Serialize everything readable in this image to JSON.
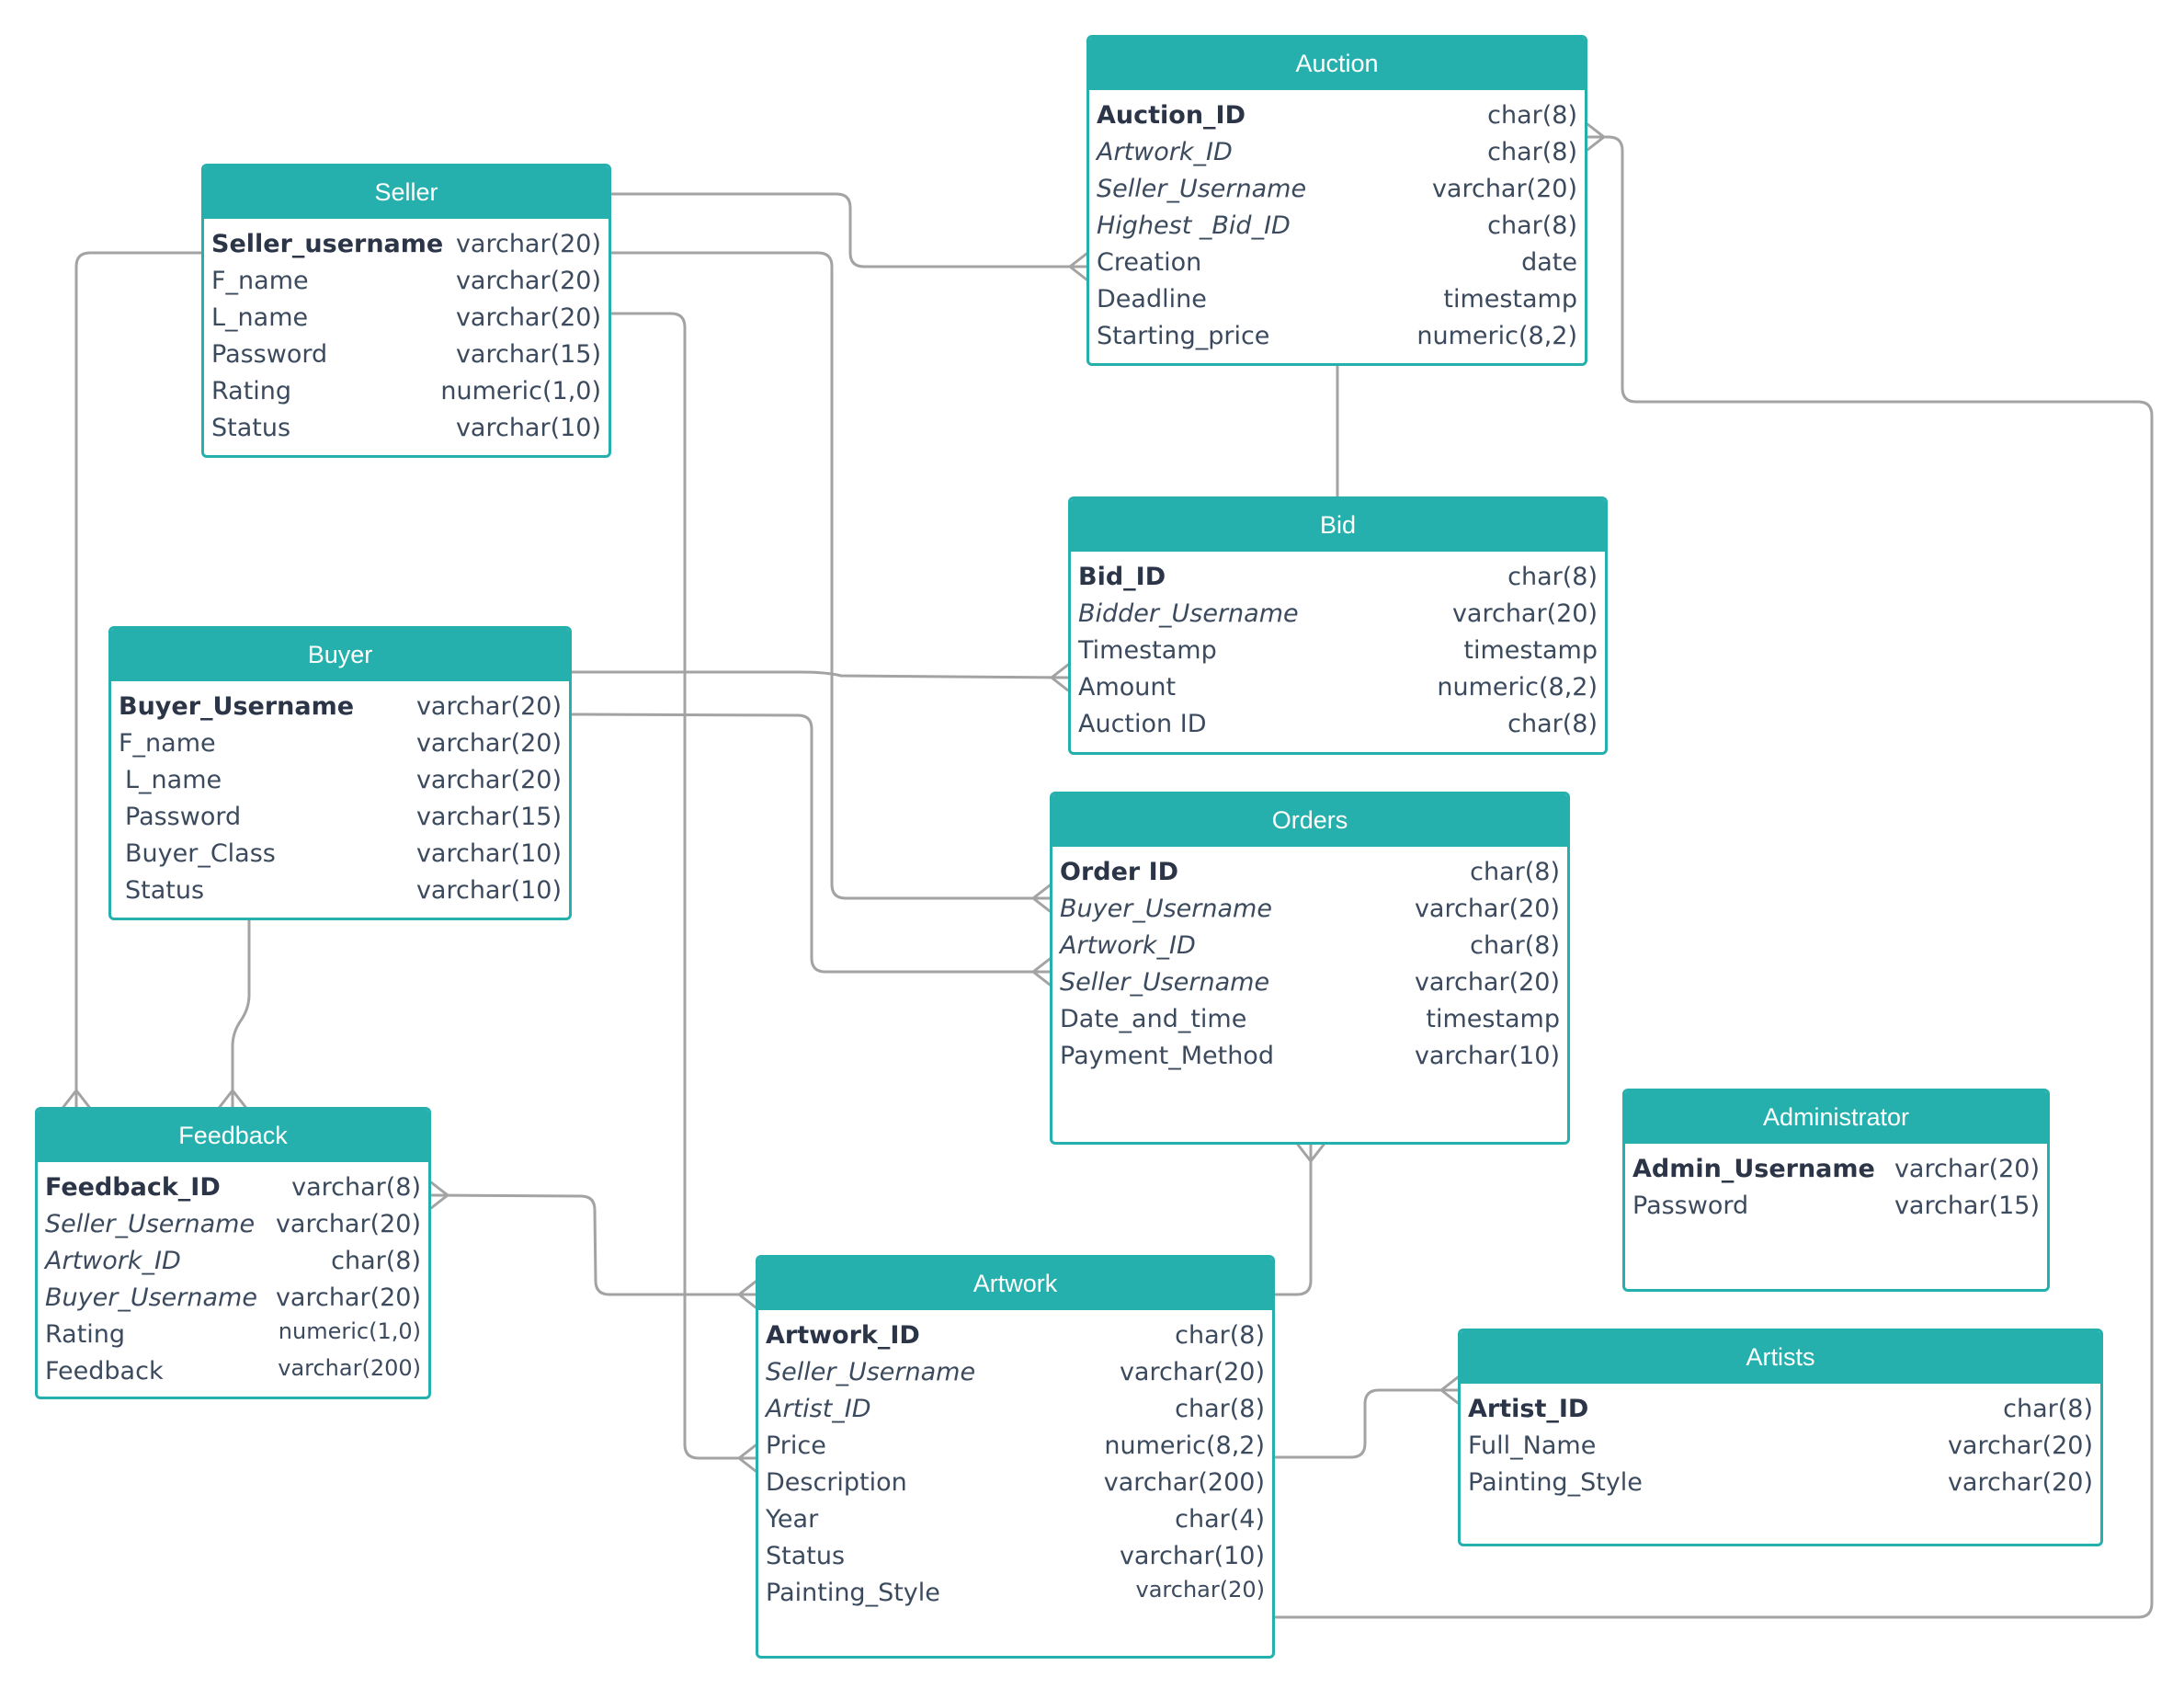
{
  "colors": {
    "header": "#26b0ad",
    "line": "#a3a3a3",
    "text": "#3c4a5e"
  },
  "entities": {
    "auction": {
      "title": "Auction",
      "rows": [
        {
          "name": "Auction_ID",
          "type": "char(8)"
        },
        {
          "name": "Artwork_ID",
          "type": "char(8)"
        },
        {
          "name": "Seller_Username",
          "type": "varchar(20)"
        },
        {
          "name": "Highest _Bid_ID",
          "type": "char(8)"
        },
        {
          "name": "Creation",
          "type": "date"
        },
        {
          "name": "Deadline",
          "type": "timestamp"
        },
        {
          "name": "Starting_price",
          "type": "numeric(8,2)"
        }
      ]
    },
    "seller": {
      "title": "Seller",
      "rows": [
        {
          "name": "Seller_username",
          "type": "varchar(20)"
        },
        {
          "name": "F_name",
          "type": "varchar(20)"
        },
        {
          "name": "L_name",
          "type": "varchar(20)"
        },
        {
          "name": "Password",
          "type": "varchar(15)"
        },
        {
          "name": "Rating",
          "type": "numeric(1,0)"
        },
        {
          "name": "Status",
          "type": "varchar(10)"
        }
      ]
    },
    "bid": {
      "title": "Bid",
      "rows": [
        {
          "name": "Bid_ID",
          "type": "char(8)"
        },
        {
          "name": "Bidder_Username",
          "type": "varchar(20)"
        },
        {
          "name": "Timestamp",
          "type": "timestamp"
        },
        {
          "name": "Amount",
          "type": "numeric(8,2)"
        },
        {
          "name": "Auction ID",
          "type": "char(8)"
        }
      ]
    },
    "buyer": {
      "title": "Buyer",
      "rows": [
        {
          "name": "Buyer_Username",
          "type": "varchar(20)"
        },
        {
          "name": "F_name",
          "type": "varchar(20)"
        },
        {
          "name": "L_name",
          "type": "varchar(20)"
        },
        {
          "name": "Password",
          "type": "varchar(15)"
        },
        {
          "name": "Buyer_Class",
          "type": "varchar(10)"
        },
        {
          "name": "Status",
          "type": "varchar(10)"
        }
      ]
    },
    "orders": {
      "title": "Orders",
      "rows": [
        {
          "name": "Order ID",
          "type": "char(8)"
        },
        {
          "name": "Buyer_Username",
          "type": "varchar(20)"
        },
        {
          "name": "Artwork_ID",
          "type": "char(8)"
        },
        {
          "name": "Seller_Username",
          "type": "varchar(20)"
        },
        {
          "name": "Date_and_time",
          "type": "timestamp"
        },
        {
          "name": "Payment_Method",
          "type": "varchar(10)"
        }
      ]
    },
    "feedback": {
      "title": "Feedback",
      "rows": [
        {
          "name": "Feedback_ID",
          "type": "varchar(8)"
        },
        {
          "name": "Seller_Username",
          "type": "varchar(20)"
        },
        {
          "name": "Artwork_ID",
          "type": "char(8)"
        },
        {
          "name": "Buyer_Username",
          "type": "varchar(20)"
        },
        {
          "name": "Rating",
          "type": "numeric(1,0)"
        },
        {
          "name": "Feedback",
          "type": "varchar(200)"
        }
      ]
    },
    "administrator": {
      "title": "Administrator",
      "rows": [
        {
          "name": "Admin_Username",
          "type": "varchar(20)"
        },
        {
          "name": "Password",
          "type": "varchar(15)"
        }
      ]
    },
    "artwork": {
      "title": "Artwork",
      "rows": [
        {
          "name": "Artwork_ID",
          "type": "char(8)"
        },
        {
          "name": "Seller_Username",
          "type": "varchar(20)"
        },
        {
          "name": "Artist_ID",
          "type": "char(8)"
        },
        {
          "name": "Price",
          "type": "numeric(8,2)"
        },
        {
          "name": "Description",
          "type": "varchar(200)"
        },
        {
          "name": "Year",
          "type": "char(4)"
        },
        {
          "name": "Status",
          "type": "varchar(10)"
        },
        {
          "name": "Painting_Style",
          "type": "varchar(20)"
        }
      ]
    },
    "artists": {
      "title": "Artists",
      "rows": [
        {
          "name": "Artist_ID",
          "type": "char(8)"
        },
        {
          "name": "Full_Name",
          "type": "varchar(20)"
        },
        {
          "name": "Painting_Style",
          "type": "varchar(20)"
        }
      ]
    }
  }
}
